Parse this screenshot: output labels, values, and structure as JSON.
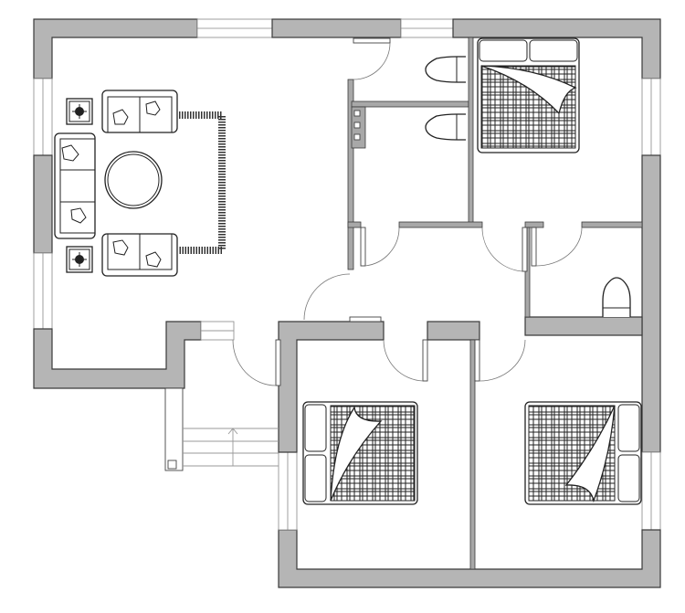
{
  "diagram": {
    "type": "floor-plan",
    "colors": {
      "wall_fill": "#b5b5b5",
      "wall_stroke": "#3a3a3a",
      "background": "#ffffff",
      "furniture_stroke": "#222222"
    },
    "rooms": [
      "living-room",
      "bathroom-1",
      "bathroom-2",
      "master-bedroom",
      "small-bathroom",
      "hallway",
      "bedroom-2",
      "bedroom-3",
      "entrance-stairs"
    ]
  }
}
